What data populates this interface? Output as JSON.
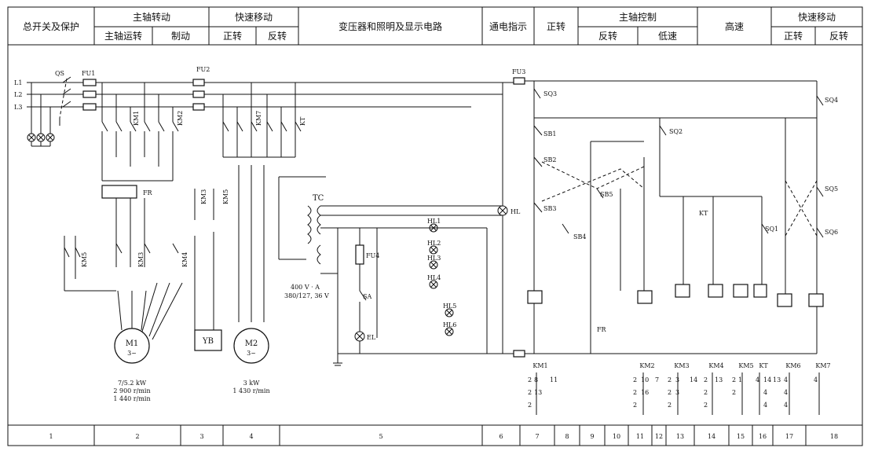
{
  "header": {
    "row1": [
      {
        "text": "总开关及保护"
      },
      {
        "text": "主轴转动"
      },
      {
        "text": "快速移动"
      },
      {
        "text": "变压器和照明及显示电路"
      },
      {
        "text": "通电指示"
      },
      {
        "text": "正转"
      },
      {
        "text": "主轴控制"
      },
      {
        "text": "高速"
      },
      {
        "text": "快速移动"
      }
    ],
    "row2": [
      {
        "text": "主轴运转"
      },
      {
        "text": "制动"
      },
      {
        "text": "正转"
      },
      {
        "text": "反转"
      },
      {
        "text": "反转"
      },
      {
        "text": "低速"
      },
      {
        "text": "正转"
      },
      {
        "text": "反转"
      }
    ]
  },
  "footer": {
    "columns": [
      "1",
      "2",
      "3",
      "4",
      "5",
      "6",
      "7",
      "8",
      "9",
      "10",
      "11",
      "12",
      "13",
      "14",
      "15",
      "16",
      "17",
      "18"
    ]
  },
  "power": {
    "lines": [
      "L1",
      "L2",
      "L3"
    ],
    "qs": "QS",
    "fu1": "FU1",
    "fu2": "FU2",
    "fu3": "FU3",
    "fr": "FR",
    "yb": "YB",
    "tc": "TC",
    "fu4": "FU4",
    "sa": "SA",
    "el": "EL",
    "hl": "HL"
  },
  "motors": [
    {
      "name": "M1",
      "phase": "3~",
      "rating": "7/5.2 kW",
      "speed1": "2 900 r/min",
      "speed2": "1 440 r/min"
    },
    {
      "name": "M2",
      "phase": "3~",
      "rating": "3 kW",
      "speed1": "1 430 r/min"
    }
  ],
  "transformer": {
    "rating": "400 V · A",
    "voltages": "380/127, 36 V"
  },
  "contactors": [
    "KM1",
    "KM2",
    "KM3",
    "KM4",
    "KM5",
    "KM6",
    "KM7",
    "KT"
  ],
  "buttons": [
    "SB1",
    "SB2",
    "SB3",
    "SB4",
    "SB5",
    "SQ1",
    "SQ2",
    "SQ3",
    "SQ4",
    "SQ5",
    "SQ6"
  ],
  "lamps": [
    "HL1",
    "HL2",
    "HL3",
    "HL4",
    "HL5",
    "HL6"
  ],
  "contact_table": {
    "headers": [
      "KM1",
      "KM2",
      "KM3",
      "KM4",
      "KM5",
      "KT",
      "KM6",
      "KM7"
    ],
    "rows": [
      [
        "2",
        "8",
        "11",
        "2",
        "10",
        "7",
        "2",
        "3",
        "14",
        "2",
        "13",
        "2",
        "1",
        "4",
        "14",
        "13",
        "4",
        "4"
      ],
      [
        "2",
        "13",
        "",
        "2",
        "16",
        "",
        "2",
        "3",
        "",
        "2",
        "",
        "2",
        "",
        "",
        "4",
        "",
        "4",
        ""
      ],
      [
        "2",
        "",
        "",
        "2",
        "",
        "",
        "2",
        "",
        "",
        "2",
        "",
        "",
        "",
        "",
        "4",
        "",
        "4",
        ""
      ]
    ]
  }
}
